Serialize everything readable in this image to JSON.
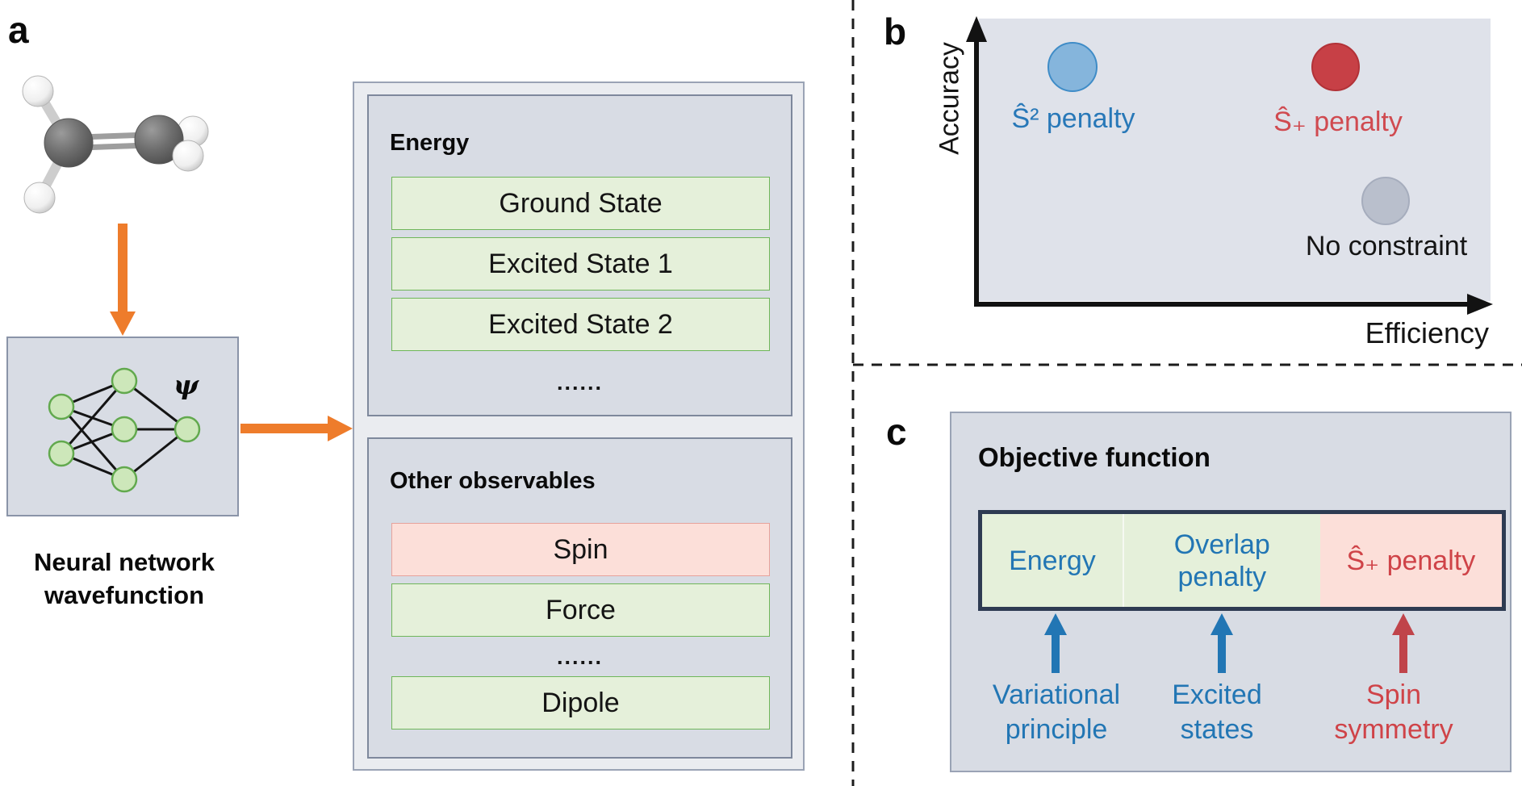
{
  "figure_type": "scientific-figure",
  "panel_a": {
    "label": "a",
    "molecule": "ethylene ball-and-stick model",
    "psi": "ψ",
    "caption_line1": "Neural network",
    "caption_line2": "wavefunction",
    "energy": {
      "title": "Energy",
      "rows": [
        "Ground State",
        "Excited State 1",
        "Excited State 2"
      ],
      "ellipsis": "......"
    },
    "observables": {
      "title": "Other observables",
      "spin": "Spin",
      "force": "Force",
      "ellipsis": "......",
      "dipole": "Dipole"
    }
  },
  "panel_b": {
    "label": "b",
    "y_axis": "Accuracy",
    "x_axis": "Efficiency",
    "points": [
      {
        "label": "Ŝ² penalty",
        "color": "blue"
      },
      {
        "label": "Ŝ₊ penalty",
        "color": "red"
      },
      {
        "label": "No constraint",
        "color": "gray"
      }
    ]
  },
  "panel_c": {
    "label": "c",
    "title": "Objective function",
    "segments": [
      "Energy",
      "Overlap penalty",
      "Ŝ₊ penalty"
    ],
    "annotations": [
      [
        "Variational",
        "principle"
      ],
      [
        "Excited",
        "states"
      ],
      [
        "Spin",
        "symmetry"
      ]
    ]
  },
  "colors": {
    "panel_fill": "#d8dce4",
    "outer_container_fill": "#eaecf0",
    "green_fill": "#e5f0da",
    "green_border": "#6fb65a",
    "pink_fill": "#fcdfd9",
    "pink_border": "#e7a29b",
    "orange_arrow": "#ee7c2b",
    "blue_text": "#2878b8",
    "red_text": "#cf4348",
    "navy_bar_border": "#2e3b52",
    "blue_dot": "#85b5dc",
    "red_dot": "#c74046",
    "gray_dot": "#b9bfcc",
    "plot_fill": "#dfe2ea"
  },
  "chart_data": {
    "type": "scatter",
    "title": "",
    "xlabel": "Efficiency",
    "ylabel": "Accuracy",
    "axes_quantitative": false,
    "legend": "none",
    "points": [
      {
        "label": "Ŝ² penalty",
        "x": 0.18,
        "y": 0.83,
        "color": "#85b5dc"
      },
      {
        "label": "Ŝ₊ penalty",
        "x": 0.7,
        "y": 0.83,
        "color": "#c74046"
      },
      {
        "label": "No constraint",
        "x": 0.79,
        "y": 0.35,
        "color": "#b9bfcc"
      }
    ]
  }
}
